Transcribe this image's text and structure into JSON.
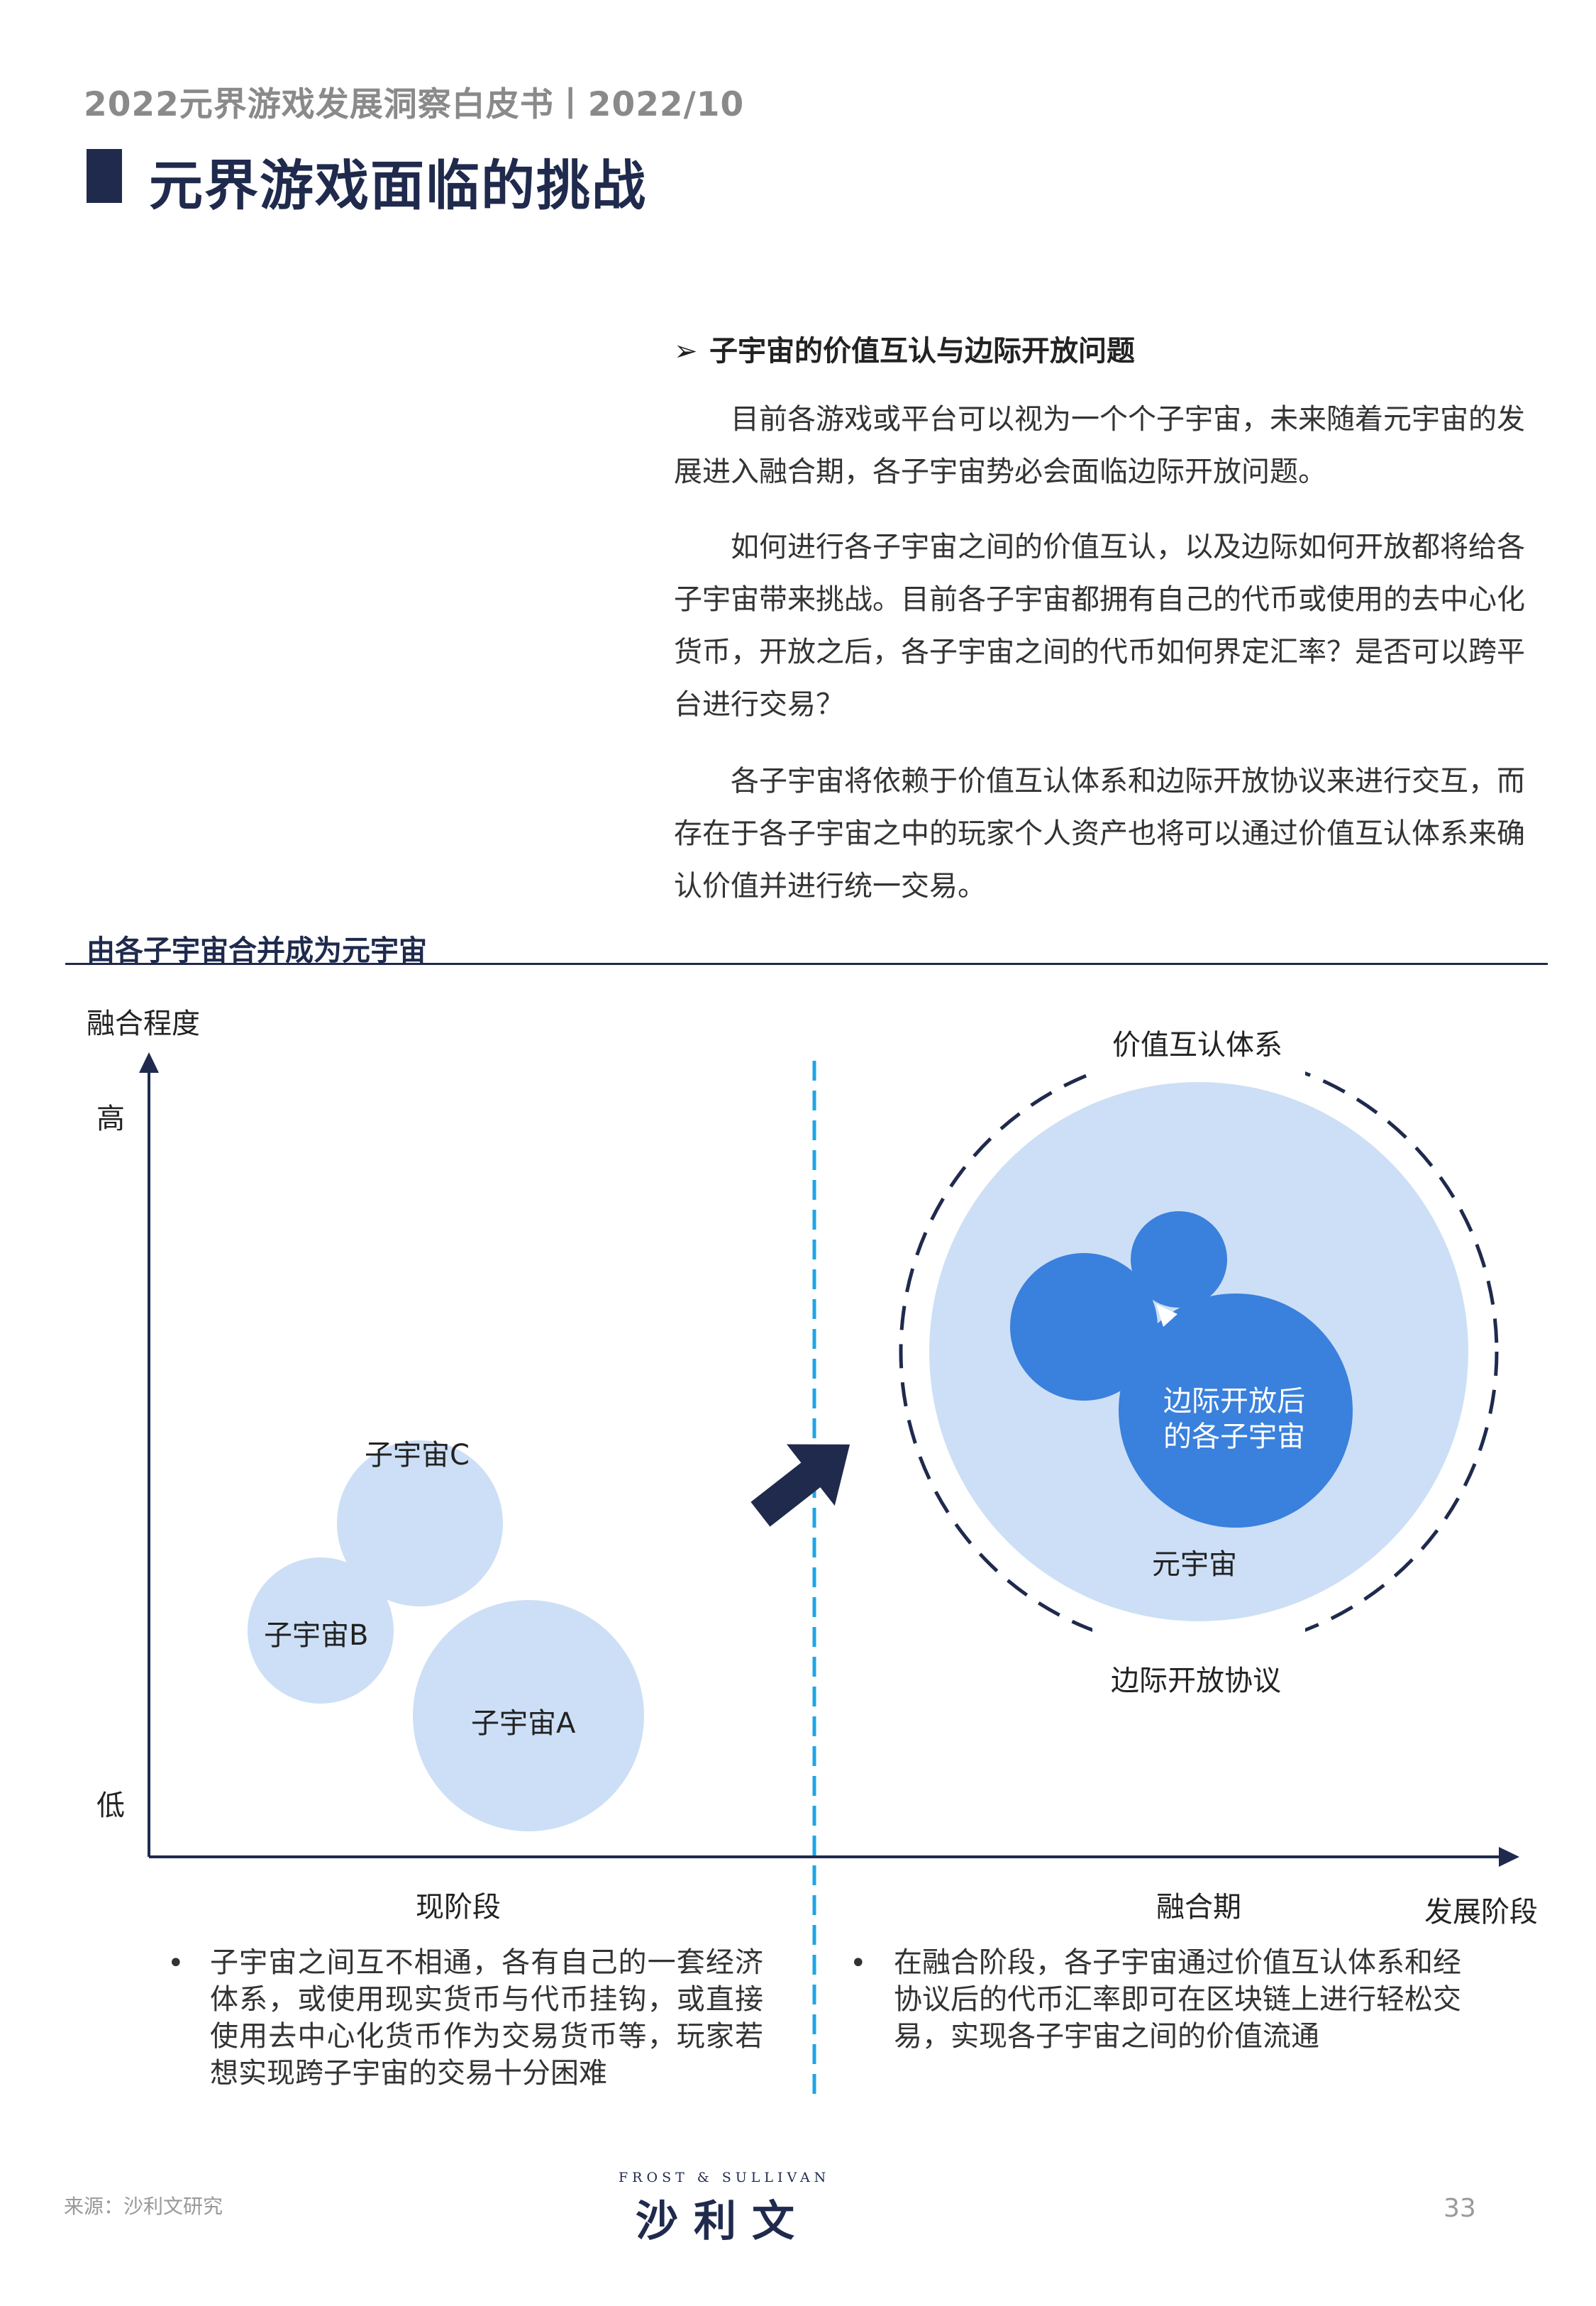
{
  "header": {
    "report_title": "2022元界游戏发展洞察白皮书丨2022/10",
    "page_title": "元界游戏面临的挑战"
  },
  "section": {
    "heading_bullet": "➢",
    "heading": "子宇宙的价值互认与边际开放问题",
    "paragraphs": [
      "目前各游戏或平台可以视为一个个子宇宙，未来随着元宇宙的发展进入融合期，各子宇宙势必会面临边际开放问题。",
      "如何进行各子宇宙之间的价值互认，以及边际如何开放都将给各子宇宙带来挑战。目前各子宇宙都拥有自己的代币或使用的去中心化货币，开放之后，各子宇宙之间的代币如何界定汇率？是否可以跨平台进行交易？",
      "各子宇宙将依赖于价值互认体系和边际开放协议来进行交互，而存在于各子宇宙之中的玩家个人资产也将可以通过价值互认体系来确认价值并进行统一交易。"
    ]
  },
  "figure": {
    "caption": "由各子宇宙合并成为元宇宙",
    "y_axis_label": "融合程度",
    "y_high": "高",
    "y_low": "低",
    "x_axis_label": "发展阶段",
    "stage_current": "现阶段",
    "stage_fusion": "融合期",
    "sub_a": "子宇宙A",
    "sub_b": "子宇宙B",
    "sub_c": "子宇宙C",
    "value_system": "价值互认体系",
    "open_protocol": "边际开放协议",
    "metaverse": "元宇宙",
    "merged_line1": "边际开放后",
    "merged_line2": "的各子宇宙",
    "left_note": "子宇宙之间互不相通，各有自己的一套经济体系，或使用现实货币与代币挂钩，或直接使用去中心化货币作为交易货币等，玩家若想实现跨子宇宙的交易十分困难",
    "right_note": "在融合阶段，各子宇宙通过价值互认体系和经协议后的代币汇率即可在区块链上进行轻松交易，实现各子宇宙之间的价值流通",
    "bullet": "•",
    "colors": {
      "light_blue": "#cddff6",
      "mid_blue": "#3a80dd",
      "navy": "#1f2a4d",
      "divider": "#1ea6e6"
    }
  },
  "footer": {
    "source": "来源：沙利文研究",
    "logo_small": "FROST & SULLIVAN",
    "logo_big": "沙利文",
    "page_number": "33"
  }
}
